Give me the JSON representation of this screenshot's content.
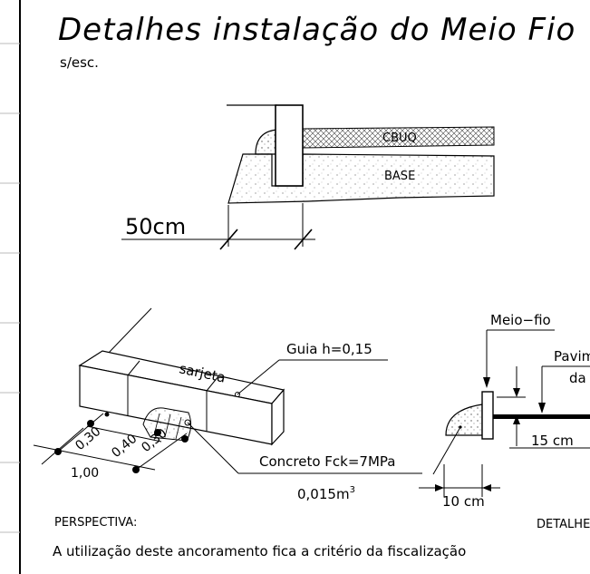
{
  "title": "Detalhes instalação do Meio Fio",
  "scale_note": "s/esc.",
  "section": {
    "layer_top": "CBUQ",
    "layer_base": "BASE",
    "dimension": "50cm"
  },
  "perspective": {
    "label_sarjeta": "sarjeta",
    "label_guia": "Guia h=0,15",
    "label_concreto": "Concreto Fck=7MPa",
    "volume_value": "0,015m",
    "volume_exponent": "3",
    "dim_a": "0,30",
    "dim_b": "0,40",
    "dim_c": "0,30",
    "dim_total": "1,00",
    "caption": "PERSPECTIVA:"
  },
  "detail": {
    "label_meiofio": "Meio−fio",
    "label_pavim": "Pavim",
    "label_da": "da",
    "dim_15": "15 cm",
    "dim_10": "10 cm",
    "caption": "DETALHE"
  },
  "footer_note": "A utilização deste ancoramento fica a critério da fiscalização",
  "colors": {
    "ink": "#000000",
    "hatch": "#555555",
    "fill_light": "#f4f4f4"
  }
}
